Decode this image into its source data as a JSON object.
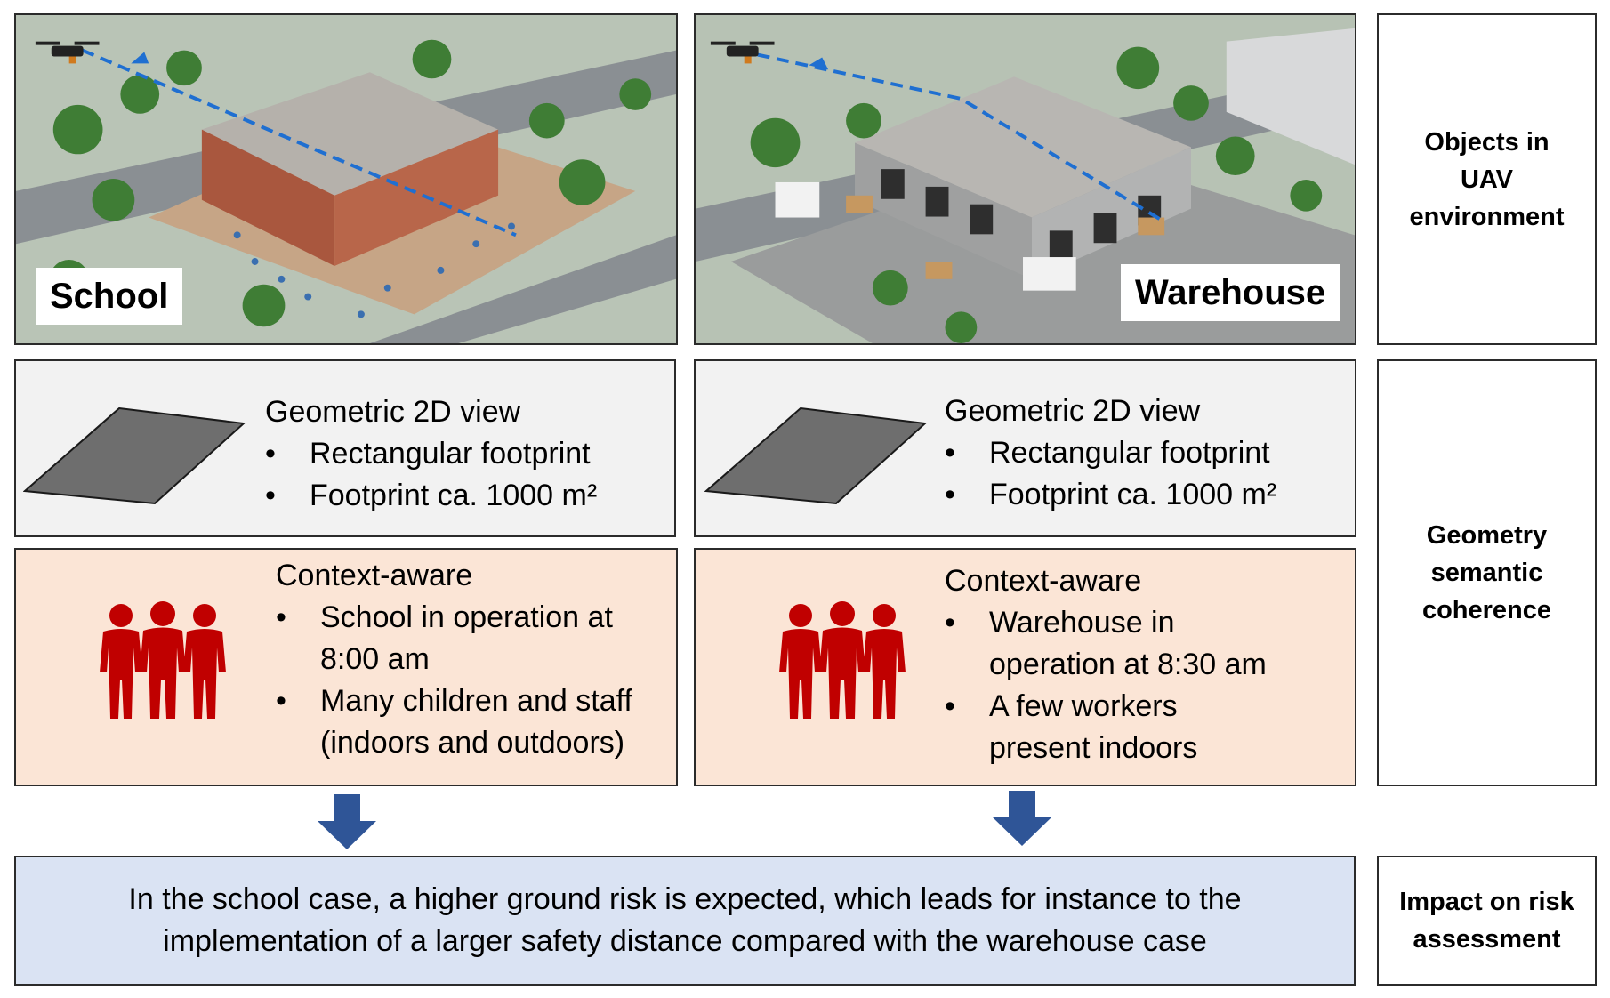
{
  "panels": {
    "school": {
      "label": "School"
    },
    "warehouse": {
      "label": "Warehouse"
    }
  },
  "side_labels": {
    "objects": "Objects in\nUAV\nenvironment",
    "geometry": "Geometry\nsemantic\ncoherence",
    "impact": "Impact on risk\nassessment"
  },
  "geometric": {
    "school": {
      "title": "Geometric 2D view",
      "bullets": [
        "Rectangular footprint",
        "Footprint ca. 1000 m²"
      ]
    },
    "warehouse": {
      "title": "Geometric 2D view",
      "bullets": [
        "Rectangular footprint",
        "Footprint ca. 1000 m²"
      ]
    }
  },
  "context": {
    "school": {
      "title": "Context-aware",
      "bullet1_line1": "School in operation at",
      "bullet1_line2": "8:00 am",
      "bullet2_line1": "Many children and staff",
      "bullet2_line2": "(indoors and outdoors)"
    },
    "warehouse": {
      "title": "Context-aware",
      "bullet1_line1": "Warehouse in",
      "bullet1_line2": "operation at 8:30 am",
      "bullet2_line1": "A few workers",
      "bullet2_line2": "present indoors"
    }
  },
  "impact_text": "In the school case, a higher ground risk is expected, which leads for instance to the\nimplementation of a larger safety distance compared with the warehouse case",
  "colors": {
    "people_icon": "#c00000",
    "arrow": "#2f5597",
    "flight_path": "#1f6fd1",
    "footprint": "#6e6e6e"
  }
}
